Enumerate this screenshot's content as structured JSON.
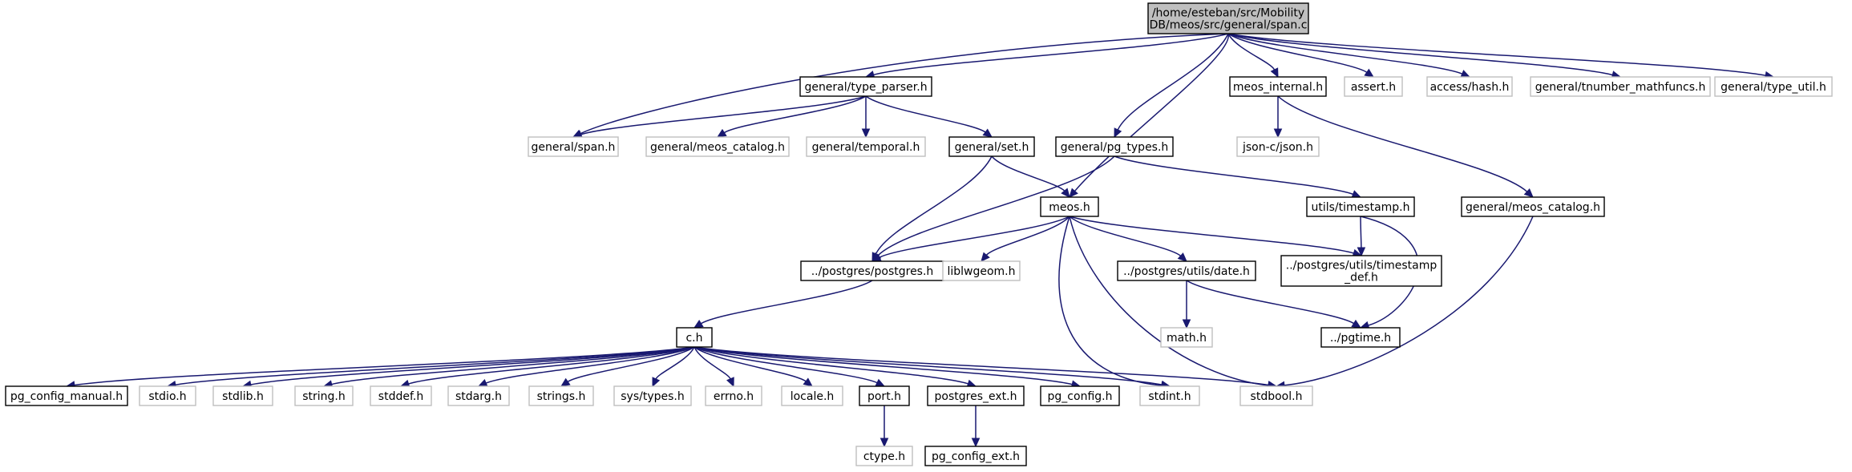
{
  "colors": {
    "edge": "#191970",
    "documented_border": "#000000",
    "external_border": "#bfbfbf",
    "root_fill": "#bfbfbf",
    "node_fill": "#ffffff",
    "text": "#000000"
  },
  "nodes": [
    {
      "id": "span_c",
      "lines": [
        "/home/esteban/src/Mobility",
        "DB/meos/src/general/span.c"
      ],
      "kind": "root"
    },
    {
      "id": "type_parser_h",
      "lines": [
        "general/type_parser.h"
      ],
      "kind": "documented"
    },
    {
      "id": "meos_internal_h",
      "lines": [
        "meos_internal.h"
      ],
      "kind": "documented"
    },
    {
      "id": "assert_h",
      "lines": [
        "assert.h"
      ],
      "kind": "external"
    },
    {
      "id": "access_hash_h",
      "lines": [
        "access/hash.h"
      ],
      "kind": "external"
    },
    {
      "id": "tnumber_mathfuncs_h",
      "lines": [
        "general/tnumber_mathfuncs.h"
      ],
      "kind": "external"
    },
    {
      "id": "type_util_h",
      "lines": [
        "general/type_util.h"
      ],
      "kind": "external"
    },
    {
      "id": "span_h",
      "lines": [
        "general/span.h"
      ],
      "kind": "external"
    },
    {
      "id": "meos_catalog_h_ext",
      "lines": [
        "general/meos_catalog.h"
      ],
      "kind": "external"
    },
    {
      "id": "temporal_h",
      "lines": [
        "general/temporal.h"
      ],
      "kind": "external"
    },
    {
      "id": "set_h",
      "lines": [
        "general/set.h"
      ],
      "kind": "documented"
    },
    {
      "id": "pg_types_h",
      "lines": [
        "general/pg_types.h"
      ],
      "kind": "documented"
    },
    {
      "id": "json_h",
      "lines": [
        "json-c/json.h"
      ],
      "kind": "external"
    },
    {
      "id": "meos_h",
      "lines": [
        "meos.h"
      ],
      "kind": "documented"
    },
    {
      "id": "timestamp_h",
      "lines": [
        "utils/timestamp.h"
      ],
      "kind": "documented"
    },
    {
      "id": "meos_catalog_h",
      "lines": [
        "general/meos_catalog.h"
      ],
      "kind": "documented"
    },
    {
      "id": "postgres_h",
      "lines": [
        "../postgres/postgres.h"
      ],
      "kind": "documented"
    },
    {
      "id": "liblwgeom_h",
      "lines": [
        "liblwgeom.h"
      ],
      "kind": "external"
    },
    {
      "id": "date_h",
      "lines": [
        "../postgres/utils/date.h"
      ],
      "kind": "documented"
    },
    {
      "id": "timestamp_def_h",
      "lines": [
        "../postgres/utils/timestamp",
        "_def.h"
      ],
      "kind": "documented"
    },
    {
      "id": "math_h",
      "lines": [
        "math.h"
      ],
      "kind": "external"
    },
    {
      "id": "pgtime_h",
      "lines": [
        "../pgtime.h"
      ],
      "kind": "documented"
    },
    {
      "id": "c_h",
      "lines": [
        "c.h"
      ],
      "kind": "documented"
    },
    {
      "id": "pg_config_manual_h",
      "lines": [
        "pg_config_manual.h"
      ],
      "kind": "documented"
    },
    {
      "id": "stdio_h",
      "lines": [
        "stdio.h"
      ],
      "kind": "external"
    },
    {
      "id": "stdlib_h",
      "lines": [
        "stdlib.h"
      ],
      "kind": "external"
    },
    {
      "id": "string_h",
      "lines": [
        "string.h"
      ],
      "kind": "external"
    },
    {
      "id": "stddef_h",
      "lines": [
        "stddef.h"
      ],
      "kind": "external"
    },
    {
      "id": "stdarg_h",
      "lines": [
        "stdarg.h"
      ],
      "kind": "external"
    },
    {
      "id": "strings_h",
      "lines": [
        "strings.h"
      ],
      "kind": "external"
    },
    {
      "id": "sys_types_h",
      "lines": [
        "sys/types.h"
      ],
      "kind": "external"
    },
    {
      "id": "errno_h",
      "lines": [
        "errno.h"
      ],
      "kind": "external"
    },
    {
      "id": "locale_h",
      "lines": [
        "locale.h"
      ],
      "kind": "external"
    },
    {
      "id": "port_h",
      "lines": [
        "port.h"
      ],
      "kind": "documented"
    },
    {
      "id": "postgres_ext_h",
      "lines": [
        "postgres_ext.h"
      ],
      "kind": "documented"
    },
    {
      "id": "pg_config_h",
      "lines": [
        "pg_config.h"
      ],
      "kind": "documented"
    },
    {
      "id": "stdint_h",
      "lines": [
        "stdint.h"
      ],
      "kind": "external"
    },
    {
      "id": "stdbool_h",
      "lines": [
        "stdbool.h"
      ],
      "kind": "external"
    },
    {
      "id": "ctype_h",
      "lines": [
        "ctype.h"
      ],
      "kind": "external"
    },
    {
      "id": "pg_config_ext_h",
      "lines": [
        "pg_config_ext.h"
      ],
      "kind": "documented"
    }
  ],
  "edges": [
    [
      "span_c",
      "span_h"
    ],
    [
      "span_c",
      "type_parser_h"
    ],
    [
      "span_c",
      "pg_types_h"
    ],
    [
      "span_c",
      "meos_h"
    ],
    [
      "span_c",
      "meos_internal_h"
    ],
    [
      "span_c",
      "assert_h"
    ],
    [
      "span_c",
      "access_hash_h"
    ],
    [
      "span_c",
      "tnumber_mathfuncs_h"
    ],
    [
      "span_c",
      "type_util_h"
    ],
    [
      "type_parser_h",
      "span_h"
    ],
    [
      "type_parser_h",
      "meos_catalog_h_ext"
    ],
    [
      "type_parser_h",
      "temporal_h"
    ],
    [
      "type_parser_h",
      "set_h"
    ],
    [
      "set_h",
      "postgres_h"
    ],
    [
      "set_h",
      "meos_h"
    ],
    [
      "pg_types_h",
      "postgres_h"
    ],
    [
      "pg_types_h",
      "timestamp_h"
    ],
    [
      "meos_internal_h",
      "json_h"
    ],
    [
      "meos_internal_h",
      "meos_catalog_h"
    ],
    [
      "meos_h",
      "postgres_h"
    ],
    [
      "meos_h",
      "liblwgeom_h"
    ],
    [
      "meos_h",
      "date_h"
    ],
    [
      "meos_h",
      "timestamp_def_h"
    ],
    [
      "meos_h",
      "stdint_h"
    ],
    [
      "meos_h",
      "stdbool_h"
    ],
    [
      "timestamp_h",
      "timestamp_def_h"
    ],
    [
      "timestamp_h",
      "pgtime_h"
    ],
    [
      "meos_catalog_h",
      "stdbool_h"
    ],
    [
      "date_h",
      "math_h"
    ],
    [
      "date_h",
      "pgtime_h"
    ],
    [
      "postgres_h",
      "c_h"
    ],
    [
      "c_h",
      "pg_config_manual_h"
    ],
    [
      "c_h",
      "stdio_h"
    ],
    [
      "c_h",
      "stdlib_h"
    ],
    [
      "c_h",
      "string_h"
    ],
    [
      "c_h",
      "stddef_h"
    ],
    [
      "c_h",
      "stdarg_h"
    ],
    [
      "c_h",
      "strings_h"
    ],
    [
      "c_h",
      "sys_types_h"
    ],
    [
      "c_h",
      "errno_h"
    ],
    [
      "c_h",
      "locale_h"
    ],
    [
      "c_h",
      "port_h"
    ],
    [
      "c_h",
      "postgres_ext_h"
    ],
    [
      "c_h",
      "pg_config_h"
    ],
    [
      "c_h",
      "stdint_h"
    ],
    [
      "c_h",
      "stdbool_h"
    ],
    [
      "port_h",
      "ctype_h"
    ],
    [
      "postgres_ext_h",
      "pg_config_ext_h"
    ]
  ]
}
